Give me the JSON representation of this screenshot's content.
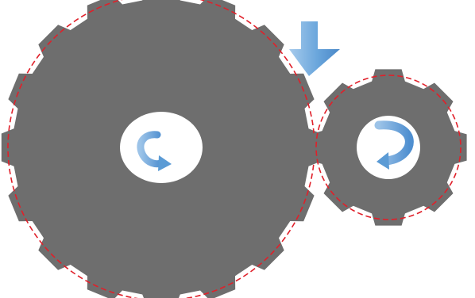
{
  "colors": {
    "background": "#ffffff",
    "gear_fill": "#6e6e6e",
    "pitch_circle": "#e0202a",
    "arrow_fill": "#5b9bd5",
    "arrow_highlight": "#9cc3e8"
  },
  "gears": [
    {
      "name": "large-gear",
      "teeth": 16,
      "rotation": "counterclockwise"
    },
    {
      "name": "small-gear",
      "teeth": 8,
      "rotation": "clockwise"
    }
  ],
  "contact_indicator": {
    "icon": "down-arrow-icon"
  }
}
